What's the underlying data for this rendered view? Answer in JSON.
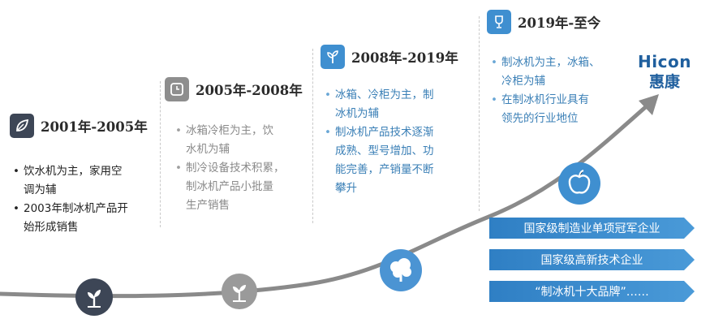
{
  "phases": [
    {
      "title": "2001年-2005年",
      "icon": "leaf-icon",
      "bullets": [
        "饮水机为主，家用空",
        "调为辅",
        "2003年制冰机产品开",
        "始形成销售"
      ]
    },
    {
      "title": "2005年-2008年",
      "icon": "clock-icon",
      "bullets": [
        "冰箱冷柜为主，饮",
        "水机为辅",
        "制冷设备技术积累，",
        "制冰机产品小批量",
        "生产销售"
      ]
    },
    {
      "title": "2008年-2019年",
      "icon": "sprout-icon",
      "bullets": [
        "冰箱、冷柜为主，制",
        "冰机为辅",
        "制冰机产品技术逐渐",
        "成熟、型号增加、功",
        "能完善，产销量不断",
        "攀升"
      ]
    },
    {
      "title": "2019年-至今",
      "icon": "trophy-icon",
      "bullets": [
        "制冰机为主，冰箱、",
        "冷柜为辅",
        "在制冰机行业具有",
        "领先的行业地位"
      ]
    }
  ],
  "brand": {
    "en": "Hicon",
    "cn": "惠康"
  },
  "honors": [
    "国家级制造业单项冠军企业",
    "国家级高新技术企业",
    "“制冰机十大品牌”……"
  ],
  "colors": {
    "accent": "#2f7fc4",
    "dark_node": "#3d4656",
    "grey_node": "#8e8e8e",
    "arrow": "#8a8a8a",
    "text_blue": "#3a7fb6"
  }
}
